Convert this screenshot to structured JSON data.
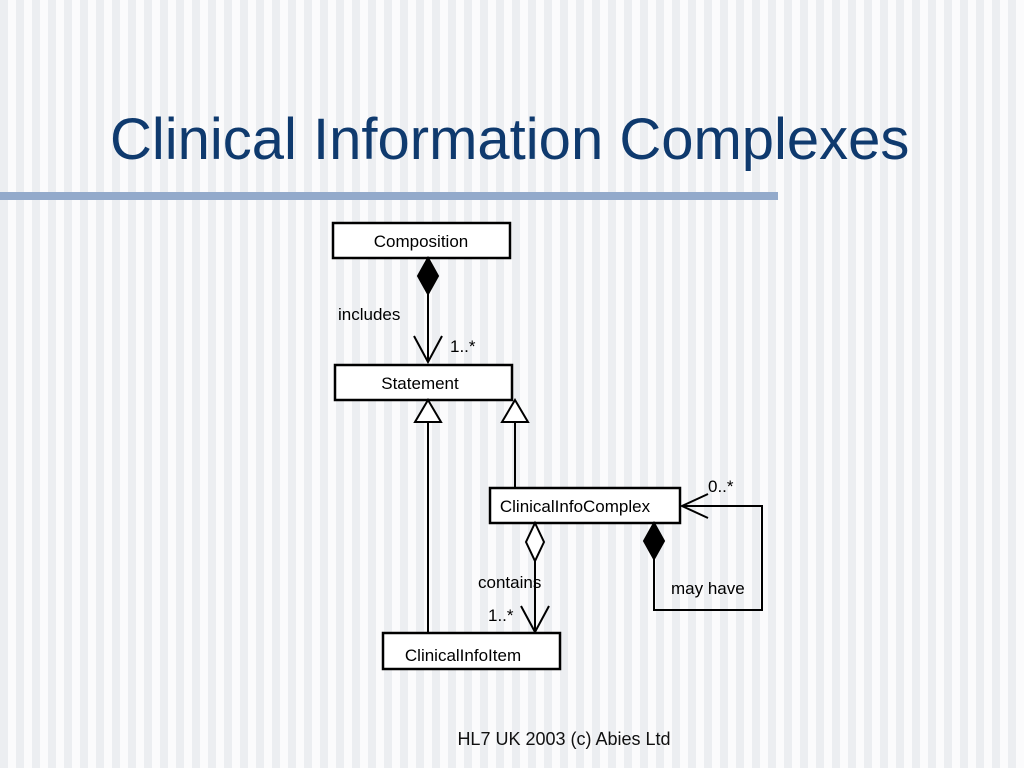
{
  "slide": {
    "title": "Clinical Information Complexes",
    "footer": "HL7 UK 2003 (c) Abies Ltd"
  },
  "diagram": {
    "classes": {
      "composition": "Composition",
      "statement": "Statement",
      "clinical_info_complex": "ClinicalInfoComplex",
      "clinical_info_item": "ClinicalInfoItem"
    },
    "associations": {
      "includes": {
        "label": "includes",
        "multiplicity": "1..*"
      },
      "contains": {
        "label": "contains",
        "multiplicity": "1..*"
      },
      "may_have": {
        "label": "may have",
        "multiplicity": "0..*"
      }
    }
  },
  "colors": {
    "title": "#0f3a6e",
    "rule": "#93aacb"
  }
}
